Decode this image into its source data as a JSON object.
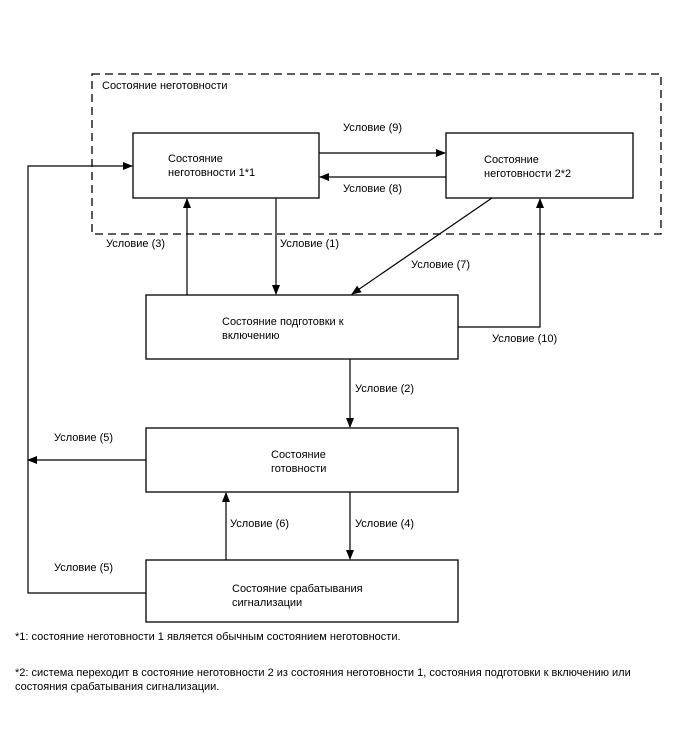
{
  "group": {
    "title": "Состояние неготовности"
  },
  "states": {
    "not_ready_1": [
      "Состояние",
      "неготовности 1*1"
    ],
    "not_ready_2": [
      "Состояние",
      "неготовности 2*2"
    ],
    "prep": [
      "Состояние подготовки к",
      "включению"
    ],
    "ready": [
      "Состояние",
      "готовности"
    ],
    "alarm": [
      "Состояние срабатывания",
      "сигнализации"
    ]
  },
  "conditions": {
    "c1": "Условие (1)",
    "c2": "Условие (2)",
    "c3": "Условие (3)",
    "c4": "Условие (4)",
    "c5_top": "Условие (5)",
    "c5_bottom": "Условие (5)",
    "c6": "Условие (6)",
    "c7": "Условие (7)",
    "c8": "Условие (8)",
    "c9": "Условие (9)",
    "c10": "Условие (10)"
  },
  "notes": {
    "note1": "*1: состояние неготовности 1 является обычным состоянием неготовности.",
    "note2": "*2: система переходит в состояние неготовности 2 из состояния неготовности 1, состояния подготовки к включению или состояния срабатывания сигнализации."
  }
}
